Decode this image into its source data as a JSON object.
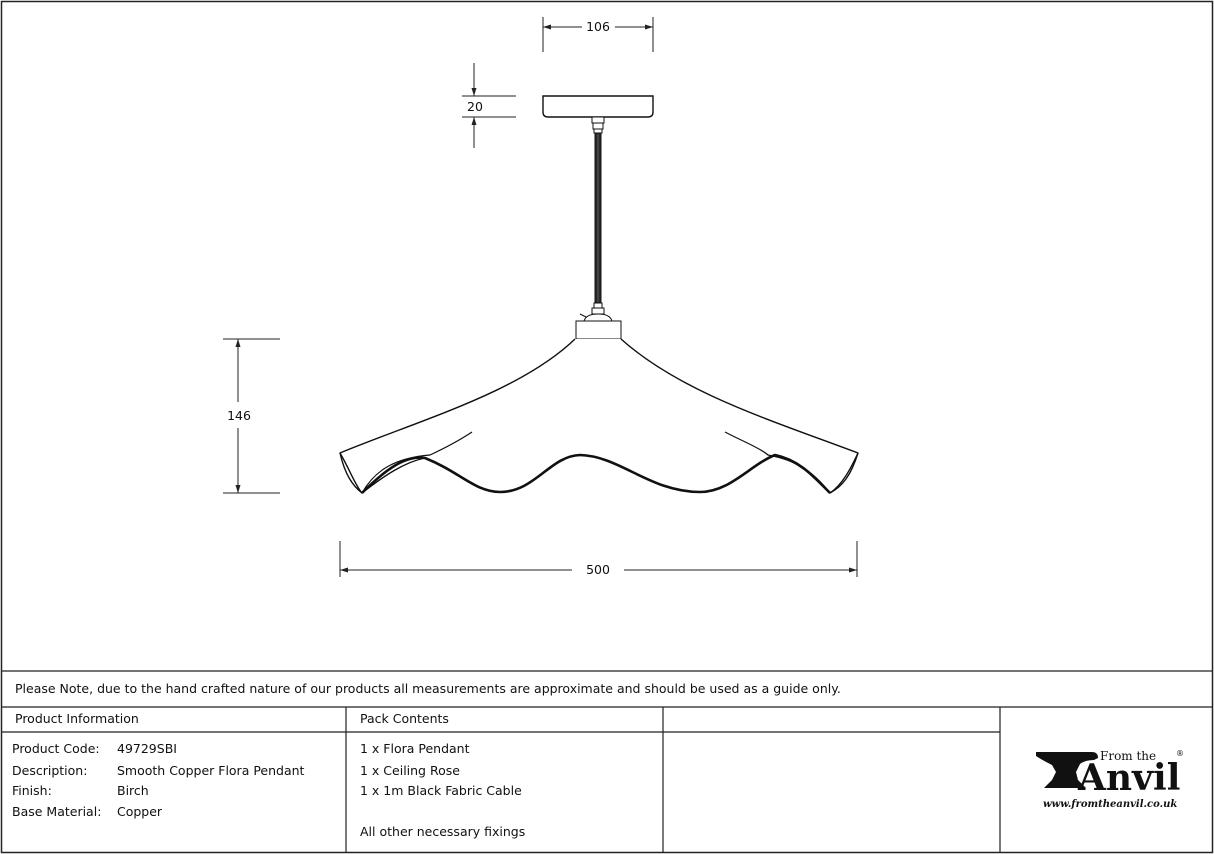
{
  "dimensions": {
    "top_width": "106",
    "rose_height": "20",
    "shade_height": "146",
    "shade_width": "500"
  },
  "note": "Please Note, due to the hand crafted nature of our products all measurements are approximate and should be used as a guide only.",
  "product_info": {
    "header": "Product Information",
    "rows": [
      {
        "label": "Product Code:",
        "value": "49729SBI"
      },
      {
        "label": "Description:",
        "value": "Smooth Copper Flora Pendant"
      },
      {
        "label": "Finish:",
        "value": "Birch"
      },
      {
        "label": "Base Material:",
        "value": "Copper"
      }
    ]
  },
  "pack_contents": {
    "header": "Pack Contents",
    "items": [
      "1 x Flora Pendant",
      "1 x Ceiling Rose",
      "1 x 1m Black Fabric Cable",
      "",
      "All other necessary fixings"
    ]
  },
  "logo": {
    "line1": "From the",
    "line2": "Anvil",
    "registered": "®",
    "url": "www.fromtheanvil.co.uk"
  }
}
